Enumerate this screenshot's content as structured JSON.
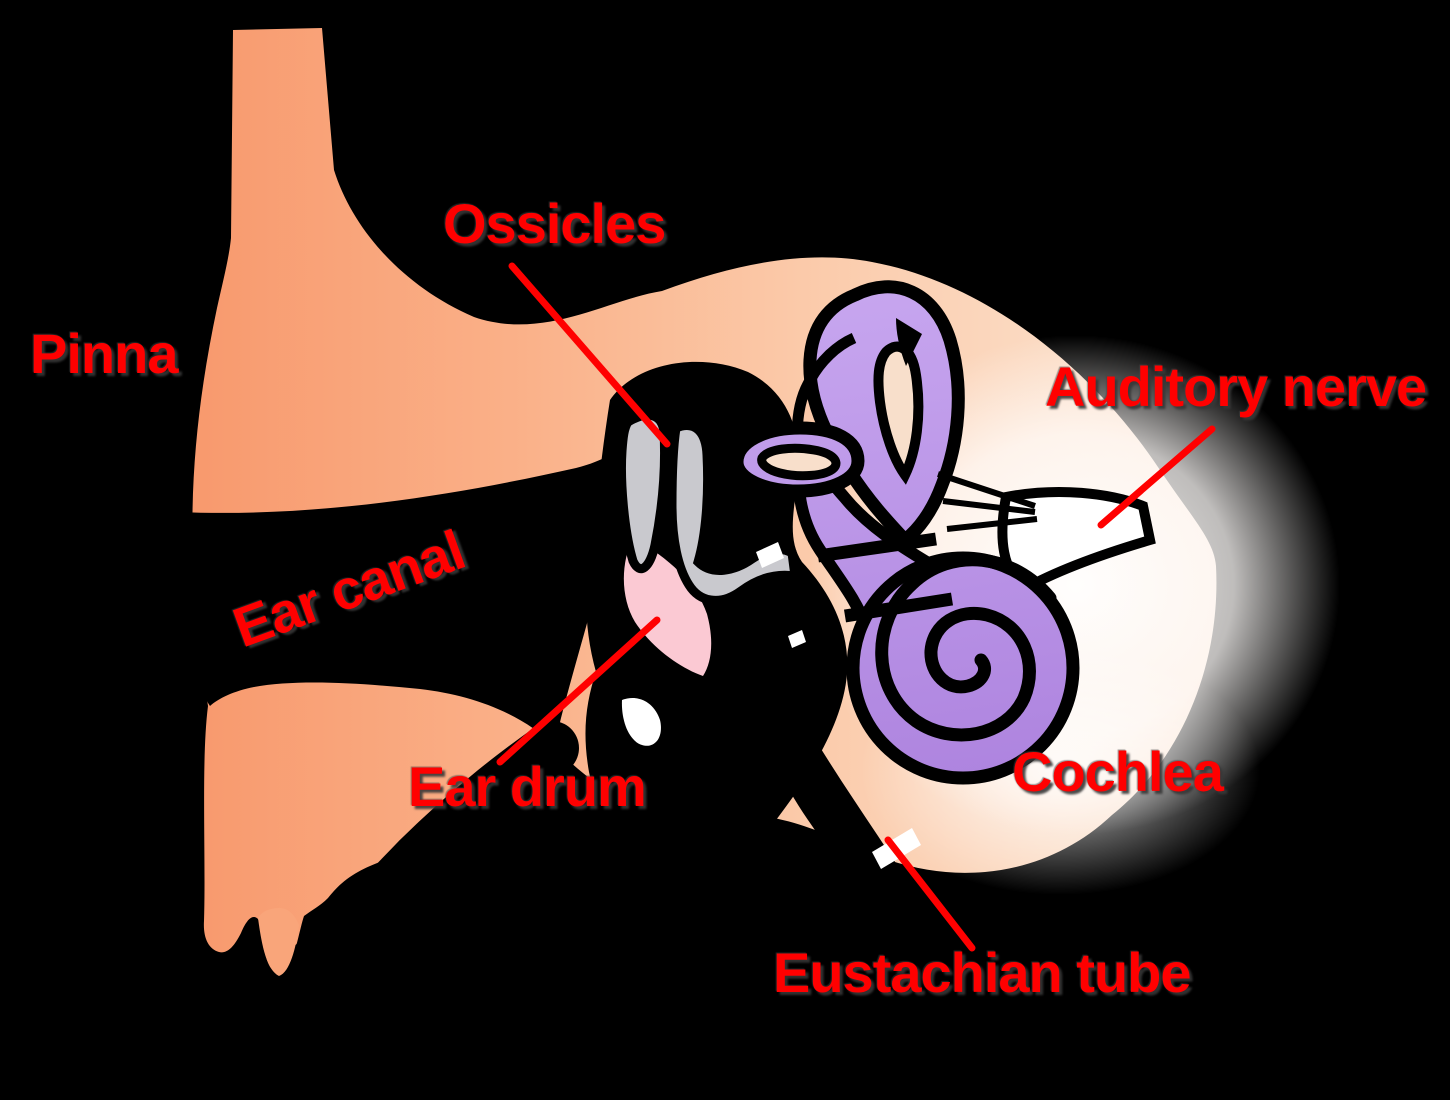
{
  "figure": {
    "description": "Cross-section diagram of the human ear"
  },
  "labels": {
    "pinna": {
      "text": "Pinna"
    },
    "ossicles": {
      "text": "Ossicles"
    },
    "ear_canal": {
      "text": "Ear canal"
    },
    "ear_drum": {
      "text": "Ear drum"
    },
    "auditory_nerve": {
      "text": "Auditory nerve"
    },
    "cochlea": {
      "text": "Cochlea"
    },
    "eustachian_tube": {
      "text": "Eustachian tube"
    }
  },
  "colors": {
    "background": "#000000",
    "label_text": "#FF0000",
    "leader_line": "#FF0000",
    "skin_dark": "#F8996D",
    "skin_light": "#FBE3D2",
    "halo_white": "#FFF8F3",
    "inner_ear_purple": "#B48CE2",
    "inner_ear_purple_light": "#C7A6EF",
    "ear_drum_pink": "#FBC9D3",
    "ossicle_gray": "#C9C9CE",
    "auditory_nerve_white": "#FFFFFF",
    "outline_black": "#000000"
  }
}
